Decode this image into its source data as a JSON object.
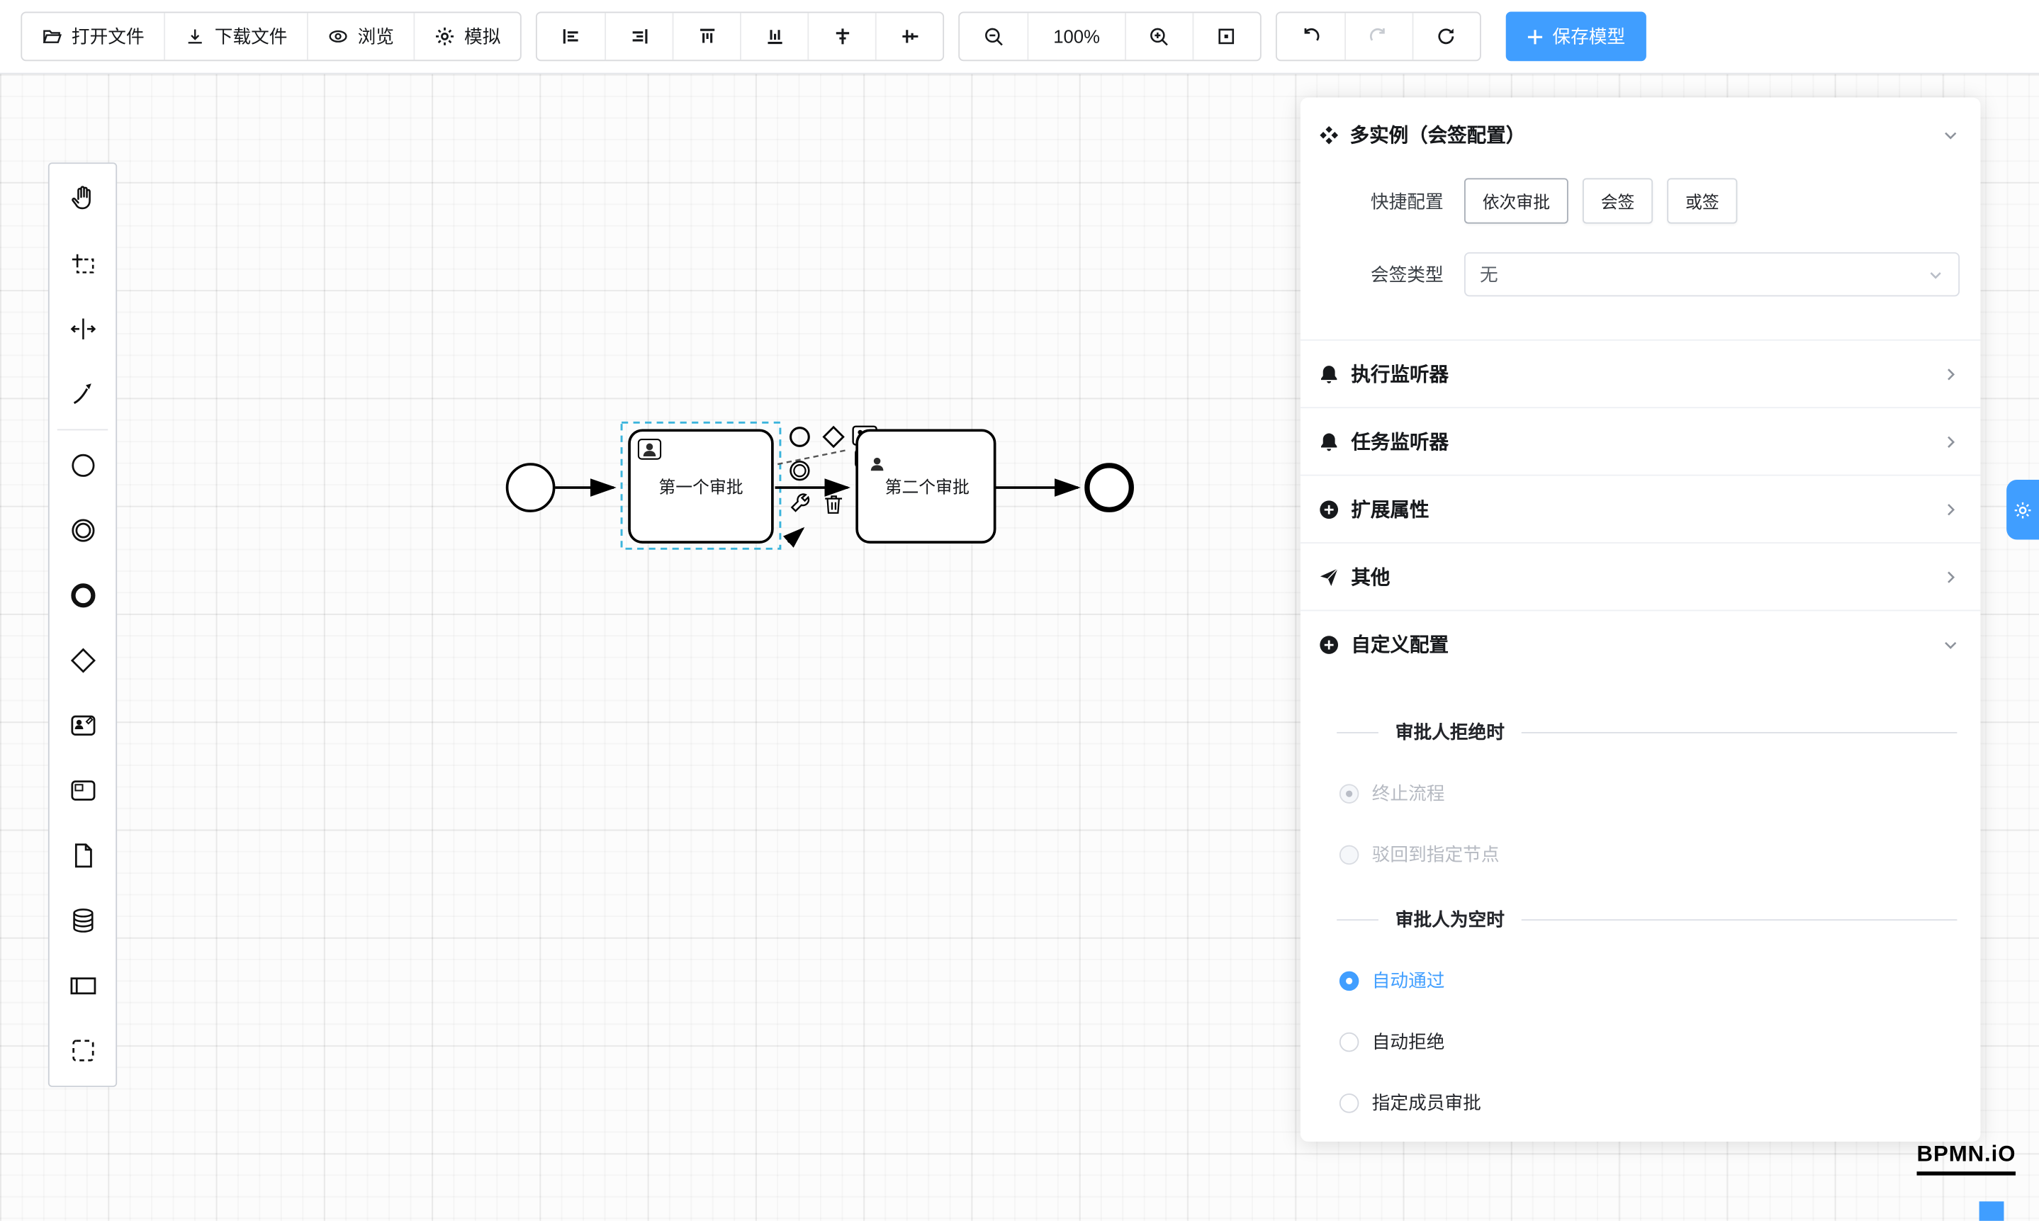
{
  "toolbar": {
    "open_file": "打开文件",
    "download_file": "下载文件",
    "preview": "浏览",
    "simulate": "模拟",
    "zoom_level": "100%",
    "save_model": "保存模型"
  },
  "palette": {
    "tools": [
      "hand-tool",
      "lasso-tool",
      "space-tool",
      "global-connect-tool",
      "start-event",
      "intermediate-event",
      "end-event",
      "gateway",
      "user-task",
      "task",
      "data-object",
      "data-store",
      "participant",
      "group"
    ]
  },
  "diagram": {
    "task1_label": "第一个审批",
    "task2_label": "第二个审批"
  },
  "panel": {
    "title": "多实例（会签配置）",
    "quick_config_label": "快捷配置",
    "quick_buttons": [
      "依次审批",
      "会签",
      "或签"
    ],
    "sign_type_label": "会签类型",
    "sign_type_value": "无",
    "sections": [
      {
        "icon": "bell-icon",
        "label": "执行监听器"
      },
      {
        "icon": "bell-icon",
        "label": "任务监听器"
      },
      {
        "icon": "plus-circle-icon",
        "label": "扩展属性"
      },
      {
        "icon": "send-icon",
        "label": "其他"
      },
      {
        "icon": "plus-circle-icon",
        "label": "自定义配置"
      }
    ],
    "reject_group": {
      "divider": "审批人拒绝时",
      "options": [
        {
          "label": "终止流程",
          "checked": true,
          "disabled": true
        },
        {
          "label": "驳回到指定节点",
          "checked": false,
          "disabled": true
        }
      ]
    },
    "empty_group": {
      "divider": "审批人为空时",
      "options": [
        {
          "label": "自动通过",
          "checked": true,
          "disabled": false
        },
        {
          "label": "自动拒绝",
          "checked": false,
          "disabled": false
        },
        {
          "label": "指定成员审批",
          "checked": false,
          "disabled": false
        }
      ]
    }
  },
  "logo": "BPMN.iO",
  "colors": {
    "primary": "#409eff"
  }
}
